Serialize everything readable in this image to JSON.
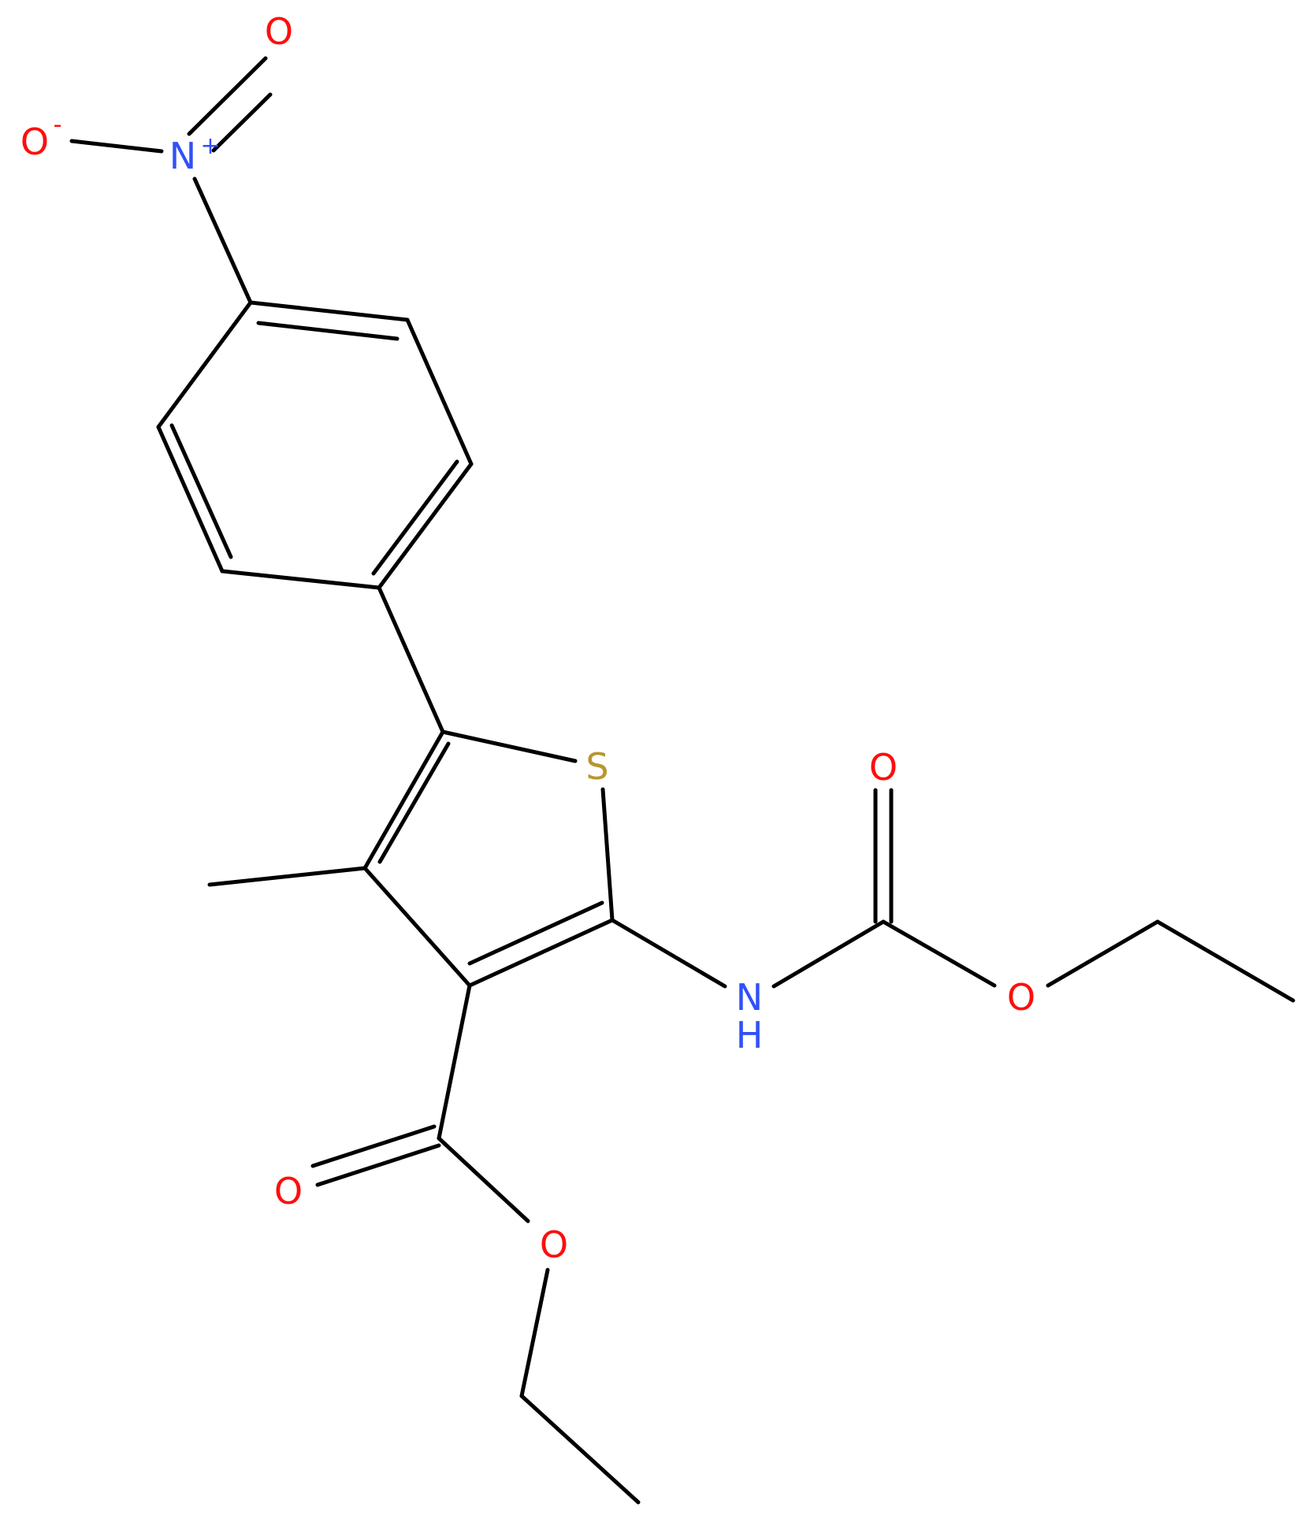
{
  "structure": {
    "atoms": {
      "o_nitro_top": {
        "symbol": "O",
        "color": "#FF0D0D"
      },
      "o_nitro_left": {
        "symbol": "O",
        "charge": "-",
        "color": "#FF0D0D"
      },
      "n_nitro": {
        "symbol": "N",
        "charge": "+",
        "color": "#3050F8"
      },
      "s_ring": {
        "symbol": "S",
        "color": "#B8962E"
      },
      "o_carbamate_carbonyl": {
        "symbol": "O",
        "color": "#FF0D0D"
      },
      "nh": {
        "symbol": "N",
        "hydrogen": "H",
        "color": "#3050F8"
      },
      "o_carbamate_ether": {
        "symbol": "O",
        "color": "#FF0D0D"
      },
      "o_ester_carbonyl": {
        "symbol": "O",
        "color": "#FF0D0D"
      },
      "o_ester_ether": {
        "symbol": "O",
        "color": "#FF0D0D"
      }
    },
    "bond_color": "#000000"
  }
}
